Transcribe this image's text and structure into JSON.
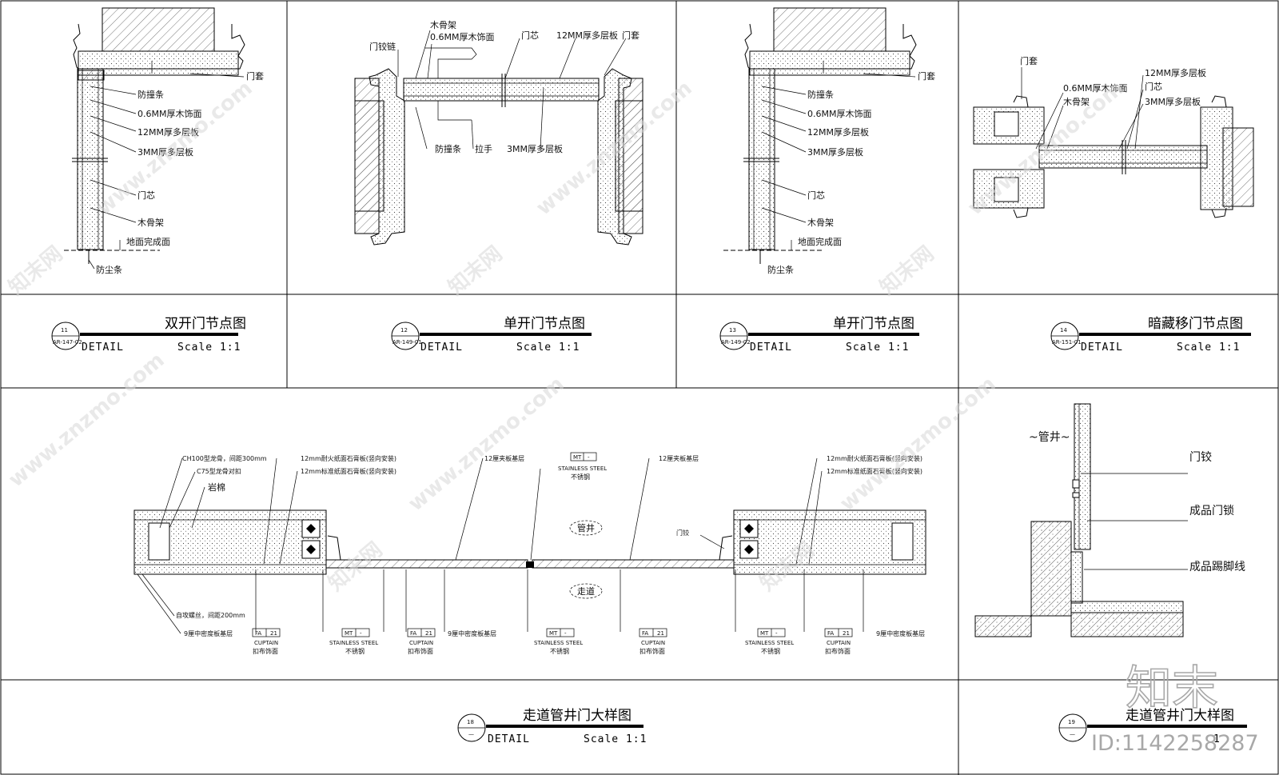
{
  "panels": {
    "p11": {
      "num": "11",
      "ref": "AR-147-02",
      "title": "双开门节点图",
      "detail": "DETAIL",
      "scale": "Scale 1:1",
      "labels": [
        "门套",
        "防撞条",
        "0.6MM厚木饰面",
        "12MM厚多层板",
        "3MM厚多层板",
        "门芯",
        "木骨架",
        "地面完成面",
        "防尘条"
      ]
    },
    "p12": {
      "num": "12",
      "ref": "AR-149-01",
      "title": "单开门节点图",
      "detail": "DETAIL",
      "scale": "Scale 1:1",
      "labels": [
        "木骨架",
        "0.6MM厚木饰面",
        "门芯",
        "12MM厚多层板",
        "门套",
        "门铰链",
        "防撞条",
        "拉手",
        "3MM厚多层板"
      ]
    },
    "p13": {
      "num": "13",
      "ref": "AR-149-02",
      "title": "单开门节点图",
      "detail": "DETAIL",
      "scale": "Scale 1:1",
      "labels": [
        "门套",
        "防撞条",
        "0.6MM厚木饰面",
        "12MM厚多层板",
        "3MM厚多层板",
        "门芯",
        "木骨架",
        "地面完成面",
        "防尘条"
      ]
    },
    "p14": {
      "num": "14",
      "ref": "AR-151-01",
      "title": "暗藏移门节点图",
      "detail": "DETAIL",
      "scale": "Scale 1:1",
      "labels": [
        "门套",
        "0.6MM厚木饰面",
        "木骨架",
        "12MM厚多层板",
        "门芯",
        "3MM厚多层板"
      ]
    },
    "p18": {
      "num": "18",
      "ref": "—",
      "title": "走道管井门大样图",
      "detail": "DETAIL",
      "scale": "Scale 1:1",
      "labels": {
        "l1": "CH100型龙骨，间距300mm",
        "l2": "C75型龙骨对扣",
        "l3": "岩棉",
        "l4": "12mm耐火纸面石膏板(竖向安装)",
        "l5": "12mm标准纸面石膏板(竖向安装)",
        "l6": "12厘夹板基层",
        "l7": "12厘夹板基层",
        "l8": "12mm耐火纸面石膏板(竖向安装)",
        "l9": "12mm标准纸面石膏板(竖向安装)",
        "l10": "门铰",
        "l11": "自攻螺丝，间距200mm",
        "l12": "9厘中密度板基层",
        "l13": "9厘中密度板基层",
        "l14": "9厘中密度板基层",
        "room_top": "管井",
        "room_bottom": "走道",
        "ss_top": "STAINLESS STEEL",
        "ss_top_cn": "不锈钢"
      },
      "tags": [
        {
          "code": "FA",
          "num": "21",
          "en": "CUPTAIN",
          "cn": "扣布饰面"
        },
        {
          "code": "MT",
          "num": "-",
          "en": "STAINLESS STEEL",
          "cn": "不锈钢"
        },
        {
          "code": "FA",
          "num": "21",
          "en": "CUPTAIN",
          "cn": "扣布饰面"
        },
        {
          "code": "MT",
          "num": "-",
          "en": "STAINLESS STEEL",
          "cn": "不锈钢"
        },
        {
          "code": "FA",
          "num": "21",
          "en": "CUPTAIN",
          "cn": "扣布饰面"
        },
        {
          "code": "MT",
          "num": "-",
          "en": "STAINLESS STEEL",
          "cn": "不锈钢"
        },
        {
          "code": "FA",
          "num": "21",
          "en": "CUPTAIN",
          "cn": "扣布饰面"
        }
      ],
      "tag_top": {
        "code": "MT",
        "num": "-"
      }
    },
    "p19": {
      "num": "19",
      "ref": "—",
      "title": "走道管井门大样图",
      "scale_frag": "1",
      "labels": [
        "~管井~",
        "门铰",
        "成品门锁",
        "成品踢脚线"
      ]
    }
  },
  "watermark": {
    "site": "www.znzmo.com",
    "brand": "知末网",
    "logo": "知末",
    "id": "ID:1142258287"
  }
}
